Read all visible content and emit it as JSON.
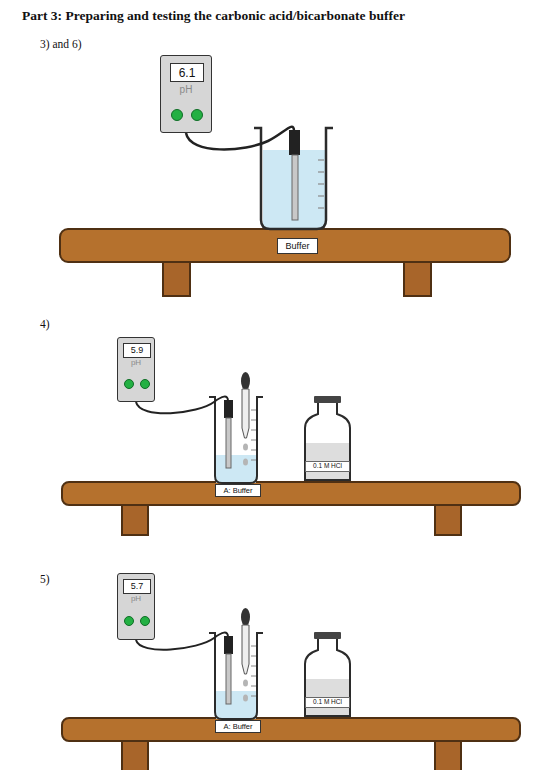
{
  "diagram": {
    "title": "Part 3: Preparing and testing the carbonic acid/bicarbonate buffer",
    "nodes": [
      {
        "text": [
          "pH"
        ]
      },
      {
        "text": [
          "6.1"
        ],
        "in": 0
      },
      {
        "text": [
          "Buffer"
        ]
      },
      {
        "text": [
          "pH"
        ]
      },
      {
        "text": [
          "5.9"
        ],
        "in": 3
      },
      {
        "text": [
          "A: Buffer"
        ]
      },
      {
        "text": [
          "0.1 M HCl"
        ]
      },
      {
        "text": [
          "pH"
        ]
      },
      {
        "text": [
          "5.7"
        ],
        "in": 7
      },
      {
        "text": [
          "A: Buffer"
        ]
      },
      {
        "text": [
          "0.1 M HCl"
        ]
      }
    ],
    "labels": [
      "3) and 6)",
      "4)",
      "5)"
    ]
  }
}
